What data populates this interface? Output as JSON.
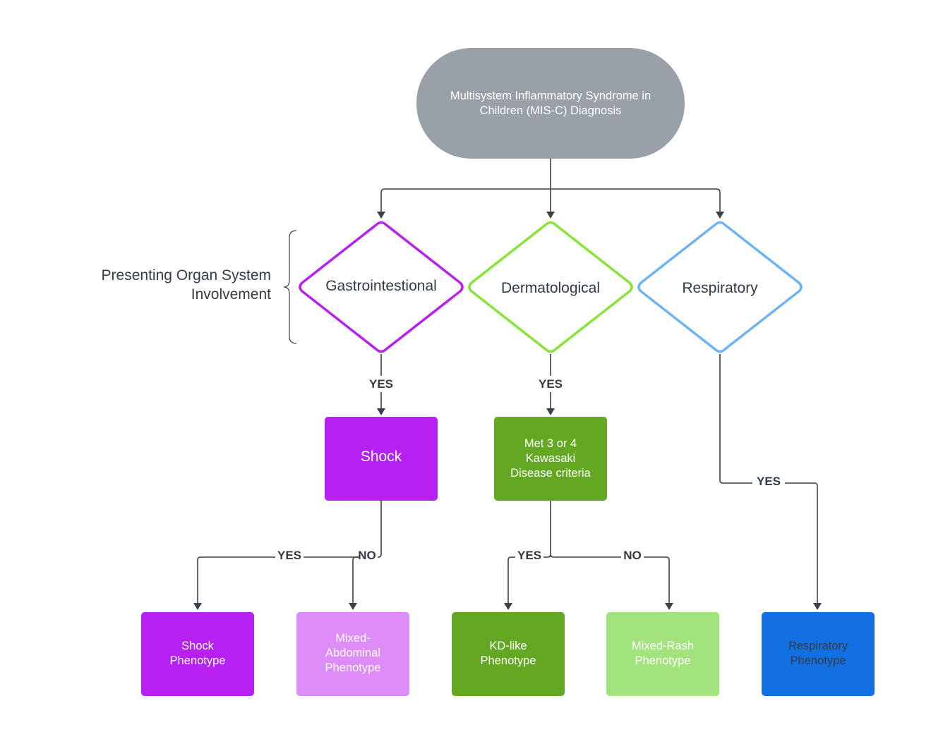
{
  "colors": {
    "line": "#3a414a",
    "root_fill": "#9aa0a8",
    "gi": "#b620f1",
    "gi_light": "#de8cf7",
    "derm_stroke": "#88e33c",
    "derm": "#63a722",
    "derm_light": "#a3e37e",
    "resp_stroke": "#6eb4f5",
    "resp": "#1270e3",
    "label_text": "#333b45"
  },
  "root": {
    "line1": "Multisystem Inflammatory Syndrome in",
    "line2": "Children (MIS-C) Diagnosis"
  },
  "bracket_label": {
    "line1": "Presenting Organ System",
    "line2": "Involvement"
  },
  "decisions": {
    "gi": "Gastrointestional",
    "derm": "Dermatological",
    "resp": "Respiratory"
  },
  "criteria": {
    "shock": "Shock",
    "kd_line1": "Met 3 or 4",
    "kd_line2": "Kawasaki",
    "kd_line3": "Disease criteria"
  },
  "edges": {
    "gi_yes": "YES",
    "derm_yes": "YES",
    "resp_yes": "YES",
    "shock_yes": "YES",
    "shock_no": "NO",
    "kd_yes": "YES",
    "kd_no": "NO"
  },
  "outcomes": {
    "shock_l1": "Shock",
    "shock_l2": "Phenotype",
    "mixab_l1": "Mixed-",
    "mixab_l2": "Abdominal",
    "mixab_l3": "Phenotype",
    "kd_l1": "KD-like",
    "kd_l2": "Phenotype",
    "mixrash_l1": "Mixed-Rash",
    "mixrash_l2": "Phenotype",
    "resp_l1": "Respiratory",
    "resp_l2": "Phenotype"
  }
}
